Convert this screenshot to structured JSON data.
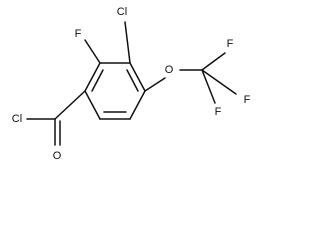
{
  "molecule": {
    "atoms": [
      {
        "id": "cl_acyl",
        "label": "Cl"
      },
      {
        "id": "o_carbonyl",
        "label": "O"
      },
      {
        "id": "f_ring",
        "label": "F"
      },
      {
        "id": "cl_ring",
        "label": "Cl"
      },
      {
        "id": "o_ether",
        "label": "O"
      },
      {
        "id": "f_cf3_top",
        "label": "F"
      },
      {
        "id": "f_cf3_right",
        "label": "F"
      },
      {
        "id": "f_cf3_bottom",
        "label": "F"
      }
    ]
  }
}
